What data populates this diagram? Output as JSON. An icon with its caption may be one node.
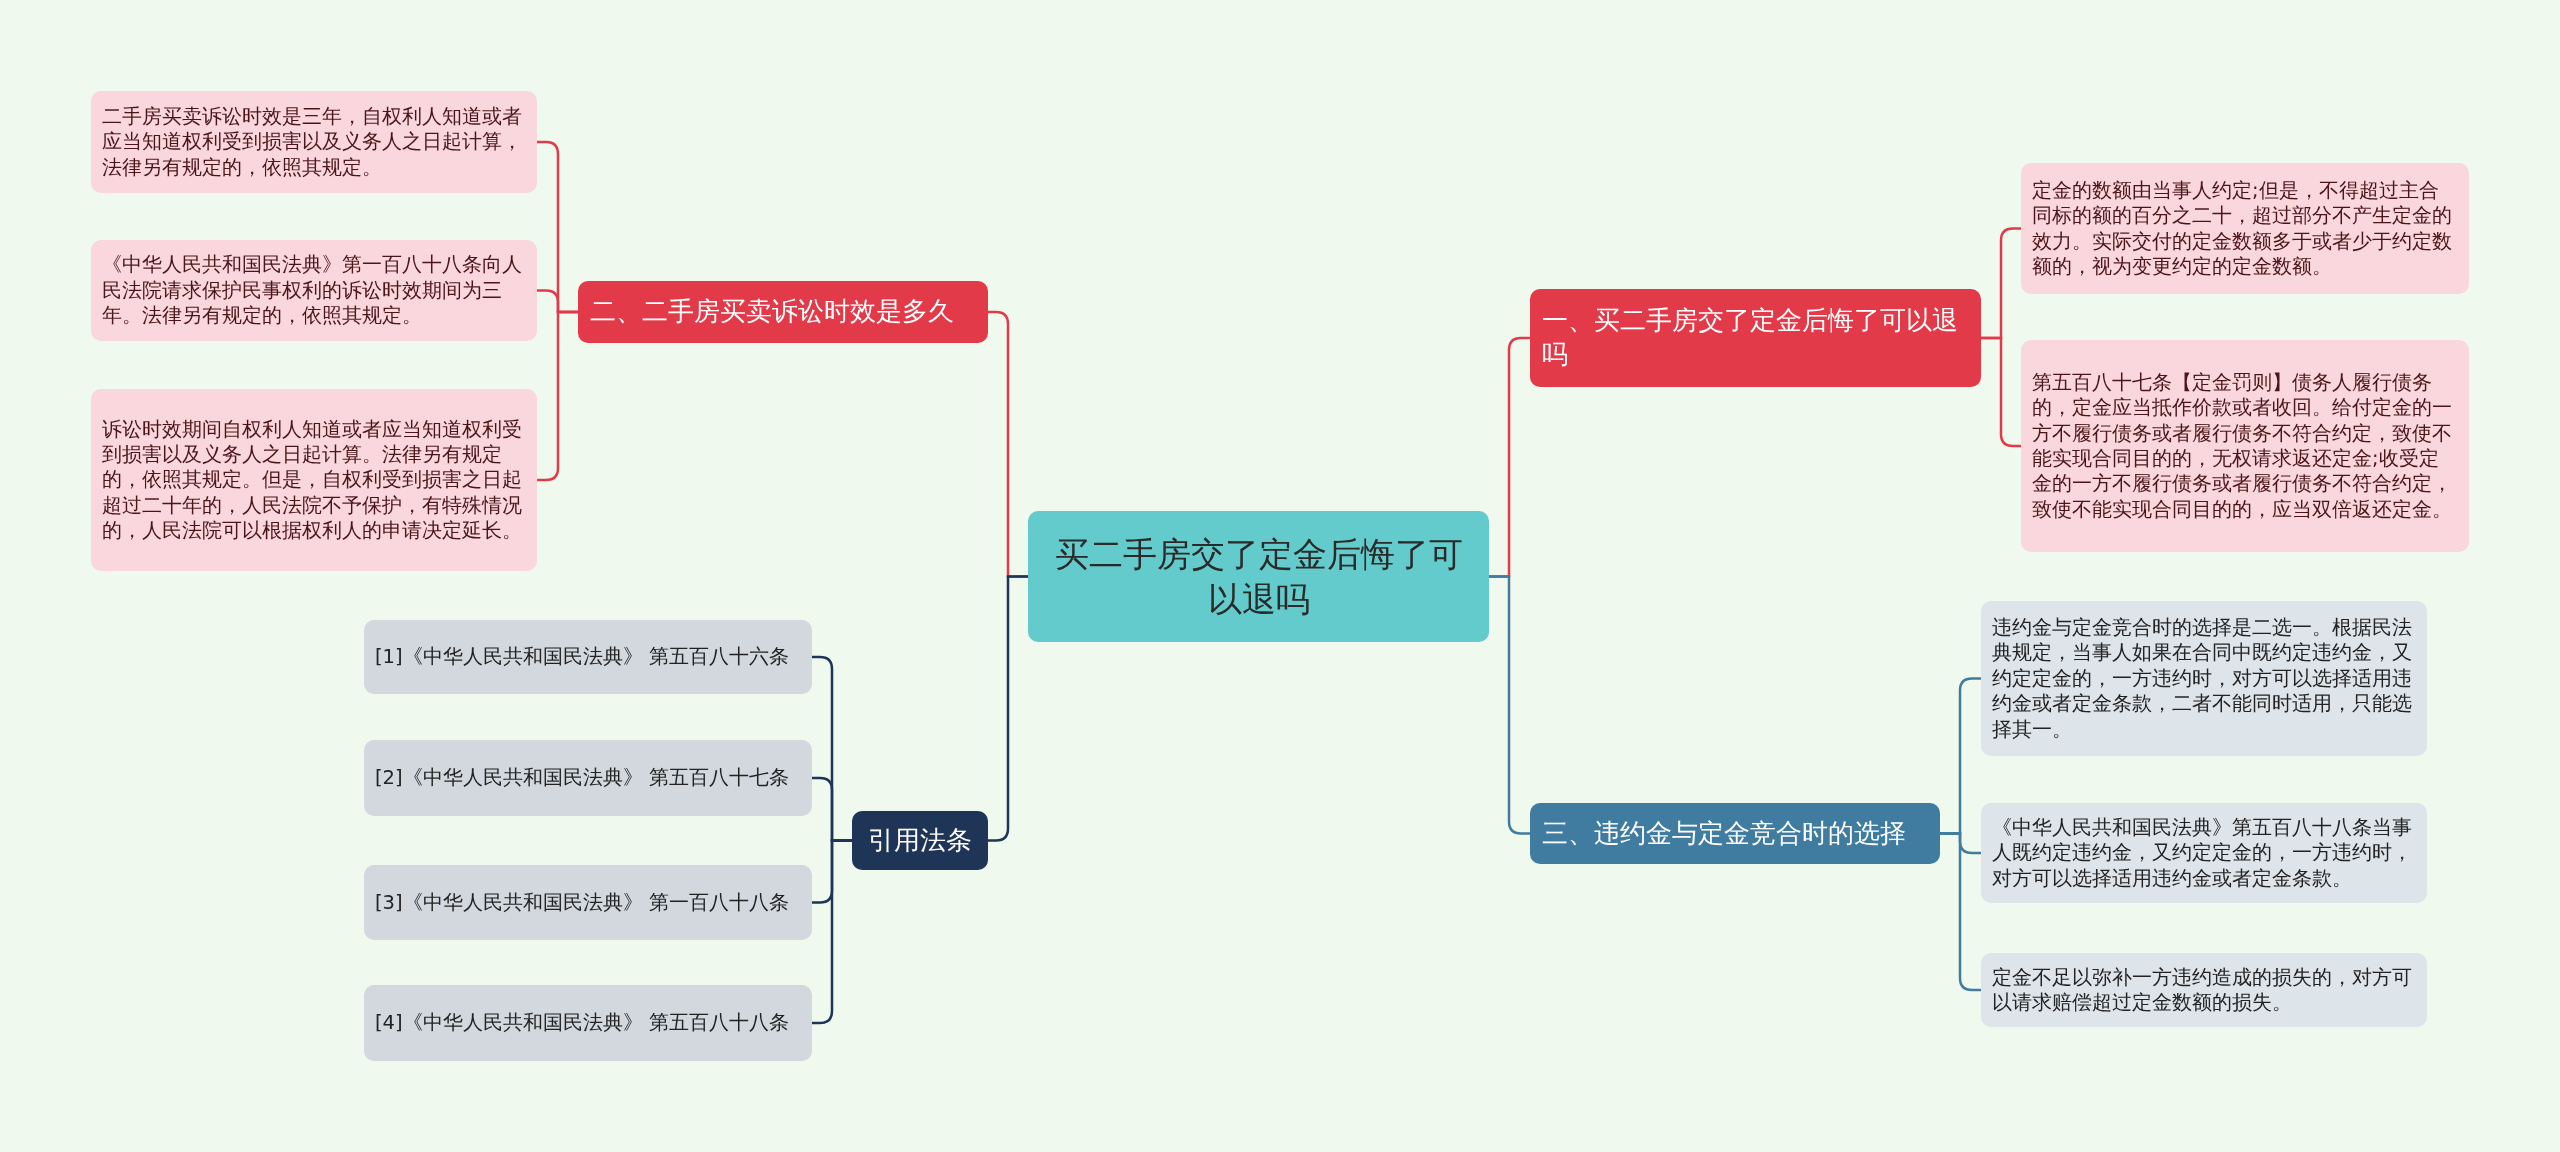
{
  "diagram": {
    "nodes": [
      {
        "text": [
          "买二手房交了定金后悔了可以退吗"
        ]
      },
      {
        "text": [
          "一、买二手房交了定金后悔了可以退吗"
        ]
      },
      {
        "text": [
          "定金的数额由当事人约定;但是，不得超过主合同标的额的百分之二十，超过部分不产生定金的效力。实际交付的定金数额多于或者少于约定数额的，视为变更约定的定金数额。"
        ]
      },
      {
        "text": [
          "第五百八十七条【定金罚则】债务人履行债务的，定金应当抵作价款或者收回。给付定金的一方不履行债务或者履行债务不符合约定，致使不能实现合同目的的，无权请求返还定金;收受定金的一方不履行债务或者履行债务不符合约定，致使不能实现合同目的的，应当双倍返还定金。"
        ]
      },
      {
        "text": [
          "三、违约金与定金竞合时的选择"
        ]
      },
      {
        "text": [
          "违约金与定金竞合时的选择是二选一。根据民法典规定，当事人如果在合同中既约定违约金，又约定定金的，一方违约时，对方可以选择适用违约金或者定金条款，二者不能同时适用，只能选择其一。"
        ]
      },
      {
        "text": [
          "《中华人民共和国民法典》第五百八十八条当事人既约定违约金，又约定定金的，一方违约时，对方可以选择适用违约金或者定金条款。"
        ]
      },
      {
        "text": [
          "定金不足以弥补一方违约造成的损失的，对方可以请求赔偿超过定金数额的损失。"
        ]
      },
      {
        "text": [
          "二、二手房买卖诉讼时效是多久"
        ]
      },
      {
        "text": [
          "二手房买卖诉讼时效是三年，自权利人知道或者应当知道权利受到损害以及义务人之日起计算，法律另有规定的，依照其规定。"
        ]
      },
      {
        "text": [
          "《中华人民共和国民法典》第一百八十八条向人民法院请求保护民事权利的诉讼时效期间为三年。法律另有规定的，依照其规定。"
        ]
      },
      {
        "text": [
          "诉讼时效期间自权利人知道或者应当知道权利受到损害以及义务人之日起计算。法律另有规定的，依照其规定。但是，自权利受到损害之日起超过二十年的，人民法院不予保护，有特殊情况的，人民法院可以根据权利人的申请决定延长。"
        ]
      },
      {
        "text": [
          "引用法条"
        ]
      },
      {
        "text": [
          "[1]《中华人民共和国民法典》 第五百八十六条"
        ]
      },
      {
        "text": [
          "[2]《中华人民共和国民法典》 第五百八十七条"
        ]
      },
      {
        "text": [
          "[3]《中华人民共和国民法典》 第一百八十八条"
        ]
      },
      {
        "text": [
          "[4]《中华人民共和国民法典》 第五百八十八条"
        ]
      }
    ],
    "edges": [
      {
        "from": 0,
        "to": 1,
        "arrow": "none",
        "color": "#e23a48"
      },
      {
        "from": 1,
        "to": 2,
        "arrow": "none",
        "color": "#e23a48"
      },
      {
        "from": 1,
        "to": 3,
        "arrow": "none",
        "color": "#e23a48"
      },
      {
        "from": 0,
        "to": 4,
        "arrow": "none",
        "color": "#3f7ca0"
      },
      {
        "from": 4,
        "to": 5,
        "arrow": "none",
        "color": "#3f7ca0"
      },
      {
        "from": 4,
        "to": 6,
        "arrow": "none",
        "color": "#3f7ca0"
      },
      {
        "from": 4,
        "to": 7,
        "arrow": "none",
        "color": "#3f7ca0"
      },
      {
        "from": 0,
        "to": 8,
        "arrow": "none",
        "color": "#e23a48"
      },
      {
        "from": 8,
        "to": 9,
        "arrow": "none",
        "color": "#e23a48"
      },
      {
        "from": 8,
        "to": 10,
        "arrow": "none",
        "color": "#e23a48"
      },
      {
        "from": 8,
        "to": 11,
        "arrow": "none",
        "color": "#e23a48"
      },
      {
        "from": 0,
        "to": 12,
        "arrow": "none",
        "color": "#1f3557"
      },
      {
        "from": 12,
        "to": 13,
        "arrow": "none",
        "color": "#1f3557"
      },
      {
        "from": 12,
        "to": 14,
        "arrow": "none",
        "color": "#1f3557"
      },
      {
        "from": 12,
        "to": 15,
        "arrow": "none",
        "color": "#1f3557"
      },
      {
        "from": 12,
        "to": 16,
        "arrow": "none",
        "color": "#1f3557"
      }
    ]
  }
}
